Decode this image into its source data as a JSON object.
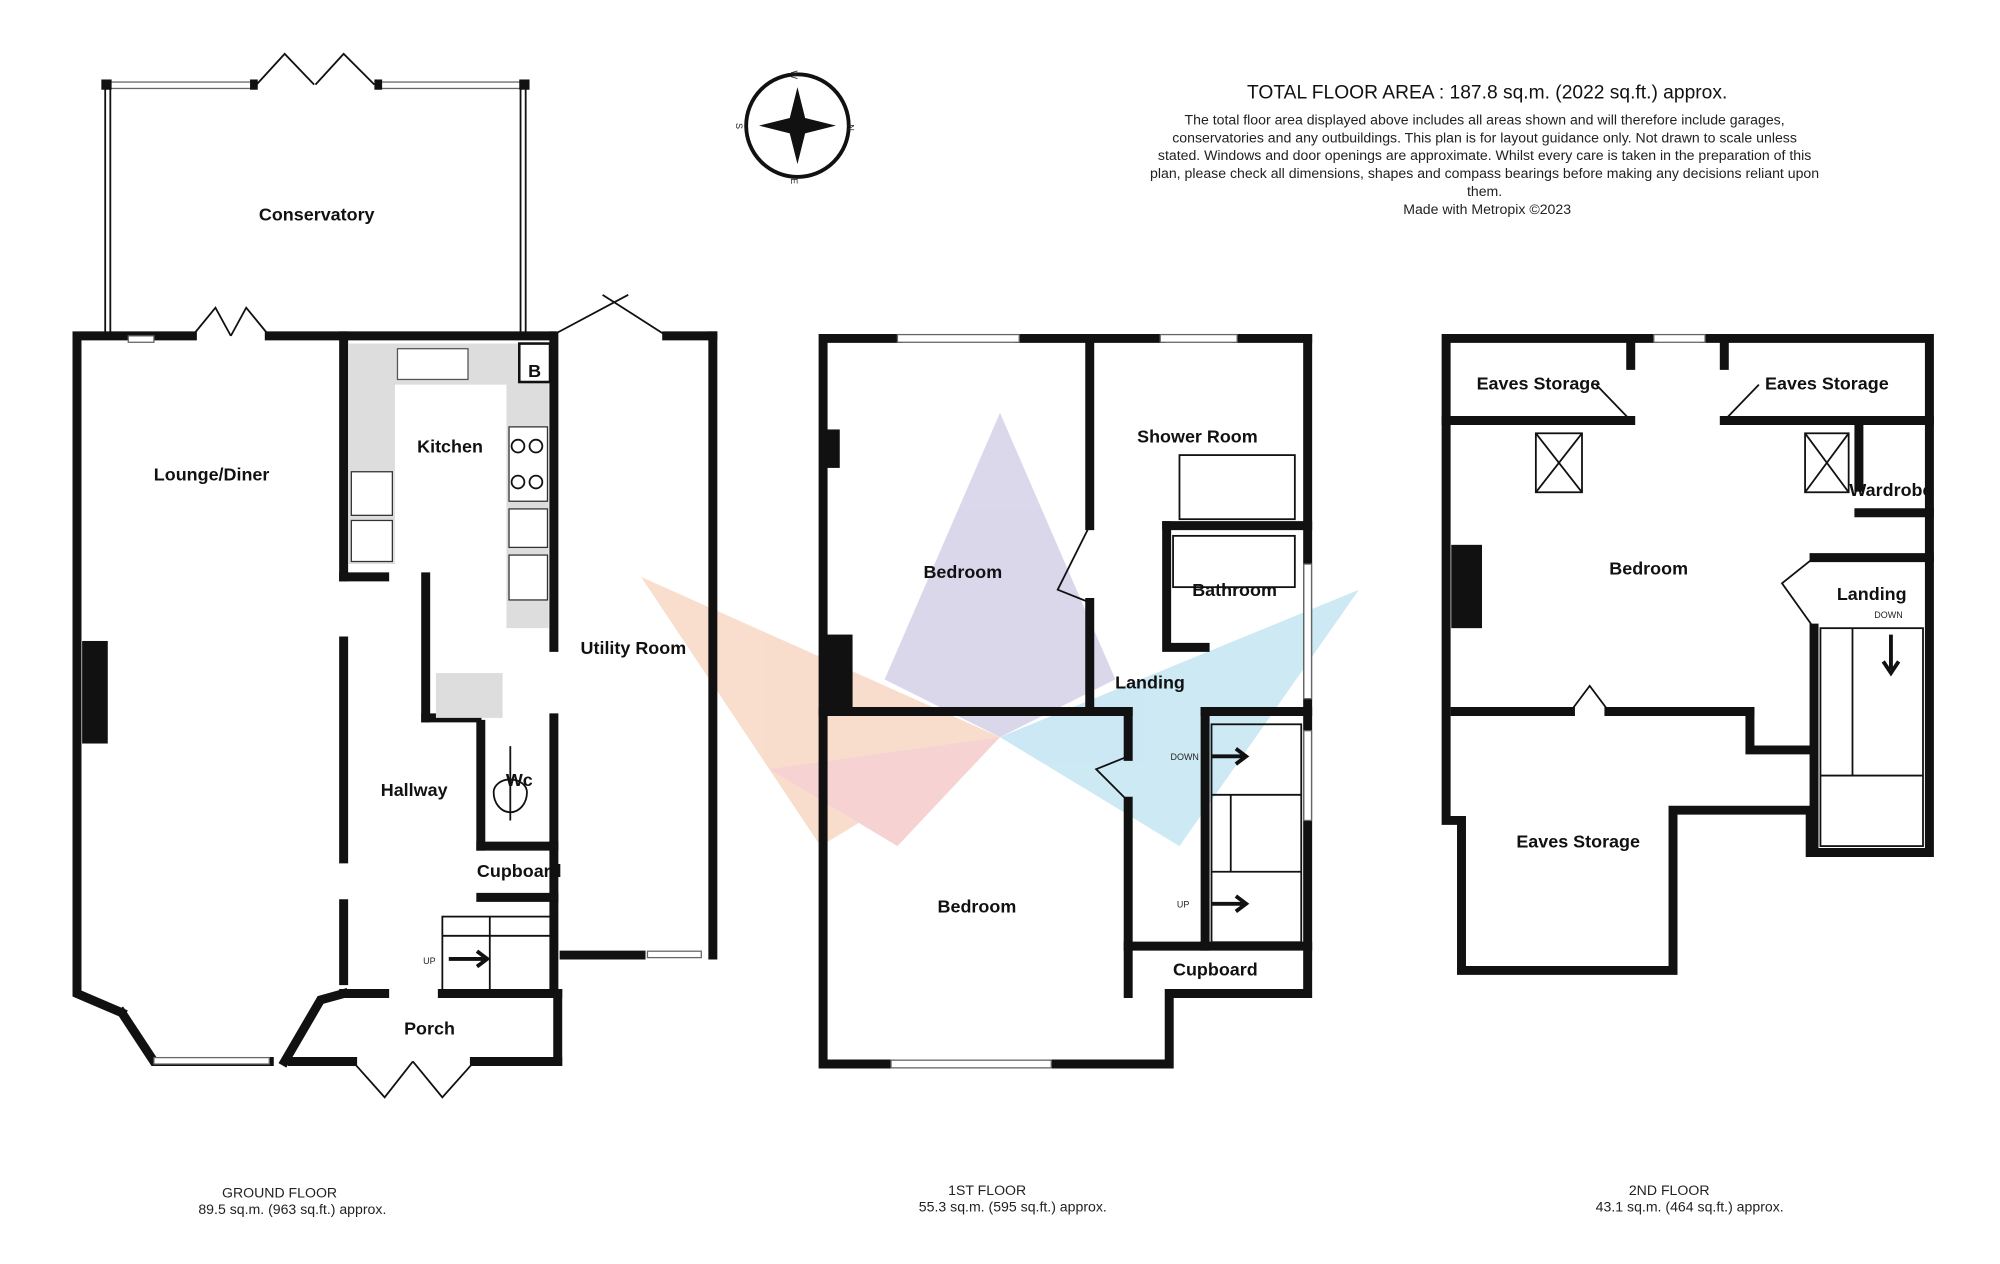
{
  "header": {
    "total_area": "TOTAL FLOOR AREA : 187.8 sq.m. (2022 sq.ft.) approx.",
    "disclaimer": [
      "The total floor area displayed above includes all areas shown and will therefore include garages,",
      "conservatories and any outbuildings. This plan is for layout guidance only. Not drawn to scale unless",
      "stated. Windows and door openings are approximate. Whilst every care is taken in the preparation of this",
      "plan, please check all dimensions, shapes and compass bearings before making any decisions reliant upon",
      "them."
    ],
    "credit": "Made with Metropix ©2023"
  },
  "compass": {
    "n": "N",
    "s": "S",
    "e": "E",
    "w": "W"
  },
  "ground_floor": {
    "name": "GROUND FLOOR",
    "area": "89.5 sq.m. (963 sq.ft.) approx.",
    "rooms": {
      "conservatory": "Conservatory",
      "lounge": "Lounge/Diner",
      "kitchen": "Kitchen",
      "utility": "Utility Room",
      "hallway": "Hallway",
      "wc": "Wc",
      "cupboard": "Cupboard",
      "porch": "Porch",
      "boiler": "B",
      "up": "UP"
    }
  },
  "first_floor": {
    "name": "1ST FLOOR",
    "area": "55.3 sq.m. (595 sq.ft.) approx.",
    "rooms": {
      "bedroom1": "Bedroom",
      "bedroom2": "Bedroom",
      "shower": "Shower Room",
      "bathroom": "Bathroom",
      "landing": "Landing",
      "cupboard": "Cupboard",
      "down": "DOWN",
      "up": "UP"
    }
  },
  "second_floor": {
    "name": "2ND FLOOR",
    "area": "43.1 sq.m. (464 sq.ft.) approx.",
    "rooms": {
      "eaves1": "Eaves Storage",
      "eaves2": "Eaves Storage",
      "eaves3": "Eaves Storage",
      "bedroom": "Bedroom",
      "wardrobe": "Wardrobe",
      "landing": "Landing",
      "down": "DOWN"
    }
  }
}
